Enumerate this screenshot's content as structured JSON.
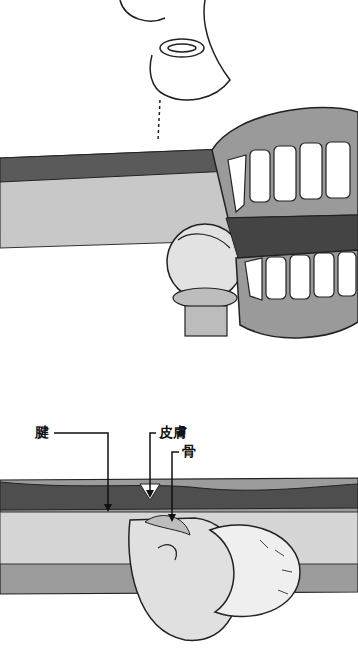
{
  "diagram": {
    "labels": [
      "腱",
      "皮膚",
      "骨"
    ]
  }
}
